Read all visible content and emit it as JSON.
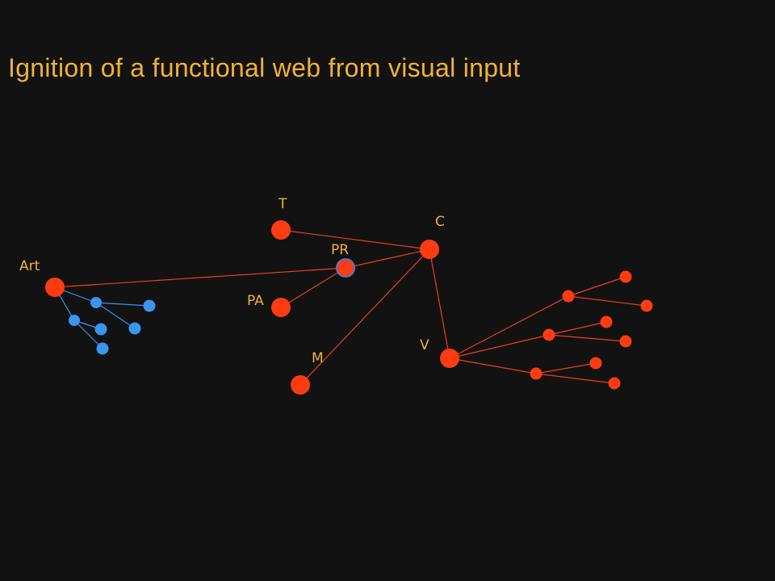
{
  "title": "Ignition of a functional web from visual input",
  "colors": {
    "background": "#121212",
    "title": "#f2b233",
    "label": "#f2b233",
    "active_node": "#ff3b12",
    "active_edge": "#e8401e",
    "art_node": "#3a95f0",
    "art_edge": "#3a95f0",
    "pr_node_fill": "#ff3b12",
    "pr_node_ring": "#5577cc"
  },
  "labels": {
    "T": "T",
    "C": "C",
    "PR": "PR",
    "Art": "Art",
    "PA": "PA",
    "V": "V",
    "M": "M"
  }
}
